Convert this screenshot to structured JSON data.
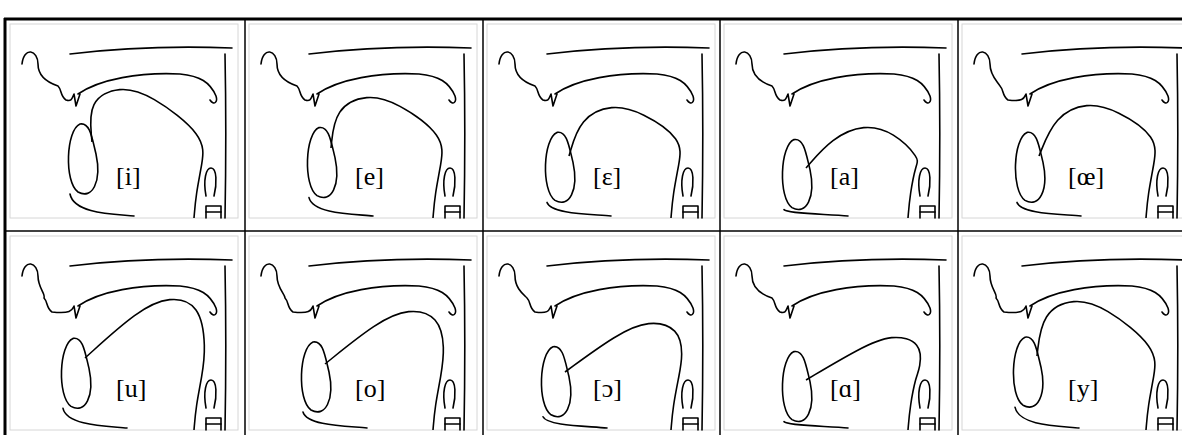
{
  "diagram": {
    "labels": [
      "[i]",
      "[e]",
      "[ɛ]",
      "[a]",
      "[œ]",
      "[u]",
      "[o]",
      "[ɔ]",
      "[ɑ]",
      "[y]"
    ]
  }
}
